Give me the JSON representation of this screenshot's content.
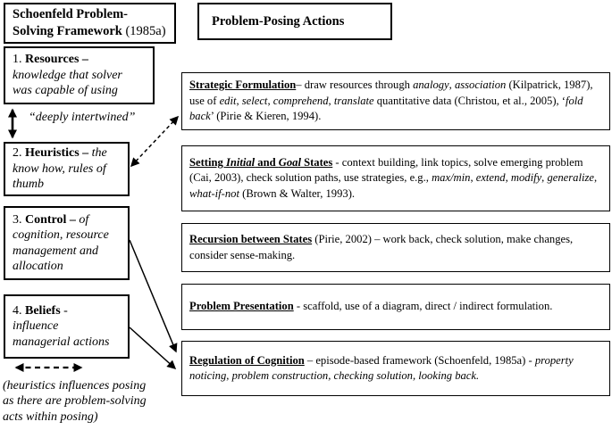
{
  "colors": {
    "ink": "#000000",
    "background": "#ffffff",
    "border": "#000000"
  },
  "framework_column": {
    "header": {
      "segments": [
        {
          "t": "Schoenfeld Problem-",
          "b": 1
        },
        {
          "br": 1
        },
        {
          "t": "Solving Framework",
          "b": 1
        },
        {
          "t": " (1985a)"
        }
      ]
    },
    "boxes": [
      {
        "name": "resources",
        "segments": [
          {
            "t": "1. "
          },
          {
            "t": "Resources –",
            "b": 1
          },
          {
            "br": 1
          },
          {
            "t": "knowledge that solver",
            "i": 1
          },
          {
            "br": 1
          },
          {
            "t": "was capable of using",
            "i": 1
          }
        ]
      },
      {
        "name": "heuristics",
        "segments": [
          {
            "t": "2. "
          },
          {
            "t": "Heuristics – ",
            "b": 1
          },
          {
            "t": "the",
            "i": 1
          },
          {
            "br": 1
          },
          {
            "t": "know how, rules of",
            "i": 1
          },
          {
            "br": 1
          },
          {
            "t": "thumb",
            "i": 1
          }
        ]
      },
      {
        "name": "control",
        "segments": [
          {
            "t": "3. "
          },
          {
            "t": "Control – ",
            "b": 1
          },
          {
            "t": "of",
            "i": 1
          },
          {
            "br": 1
          },
          {
            "t": "cognition, resource",
            "i": 1
          },
          {
            "br": 1
          },
          {
            "t": "management and",
            "i": 1
          },
          {
            "br": 1
          },
          {
            "t": "allocation",
            "i": 1
          }
        ]
      },
      {
        "name": "beliefs",
        "segments": [
          {
            "t": "4. "
          },
          {
            "t": "Beliefs",
            "b": 1
          },
          {
            "t": " -"
          },
          {
            "br": 1
          },
          {
            "t": "influence",
            "i": 1
          },
          {
            "br": 1
          },
          {
            "t": "managerial actions",
            "i": 1
          }
        ]
      }
    ],
    "deeply_intertwined_label": {
      "segments": [
        {
          "t": "“deeply intertwined”",
          "i": 1
        }
      ]
    },
    "bottom_caption": {
      "segments": [
        {
          "t": "(heuristics influences posing",
          "i": 1
        },
        {
          "br": 1
        },
        {
          "t": "as there are problem-solving",
          "i": 1
        },
        {
          "br": 1
        },
        {
          "t": "acts within posing)",
          "i": 1
        }
      ]
    }
  },
  "posing_column": {
    "header": {
      "segments": [
        {
          "t": "Problem-Posing Actions",
          "b": 1
        }
      ]
    },
    "boxes": [
      {
        "name": "strategic-formulation",
        "segments": [
          {
            "t": "Strategic Formulation",
            "b": 1,
            "u": 1
          },
          {
            "t": "– draw resources through "
          },
          {
            "t": "analogy",
            "i": 1
          },
          {
            "t": ", "
          },
          {
            "t": "association",
            "i": 1
          },
          {
            "t": " (Kilpatrick, 1987), use of "
          },
          {
            "t": "edit",
            "i": 1
          },
          {
            "t": ", "
          },
          {
            "t": "select",
            "i": 1
          },
          {
            "t": ", "
          },
          {
            "t": "comprehend",
            "i": 1
          },
          {
            "t": ", "
          },
          {
            "t": "translate",
            "i": 1
          },
          {
            "t": " quantitative data (Christou, et al., 2005), ‘"
          },
          {
            "t": "fold back",
            "i": 1
          },
          {
            "t": "’ (Pirie & Kieren, 1994)."
          }
        ]
      },
      {
        "name": "setting-initial-goal-states",
        "segments": [
          {
            "t": "Setting ",
            "b": 1,
            "u": 1
          },
          {
            "t": "Initial",
            "b": 1,
            "i": 1,
            "u": 1
          },
          {
            "t": " and ",
            "b": 1,
            "u": 1
          },
          {
            "t": "Goal",
            "b": 1,
            "i": 1,
            "u": 1
          },
          {
            "t": " States",
            "b": 1,
            "u": 1
          },
          {
            "t": " - context building, link topics, solve emerging problem (Cai, 2003), check solution paths, use strategies, e.g., "
          },
          {
            "t": "max/min",
            "i": 1
          },
          {
            "t": ", "
          },
          {
            "t": "extend, modify",
            "i": 1
          },
          {
            "t": ", "
          },
          {
            "t": "generalize",
            "i": 1
          },
          {
            "t": ", "
          },
          {
            "t": "what-if-not",
            "i": 1
          },
          {
            "t": " (Brown & Walter, 1993)."
          }
        ]
      },
      {
        "name": "recursion-between-states",
        "segments": [
          {
            "t": "Recursion between States",
            "b": 1,
            "u": 1
          },
          {
            "t": " (Pirie, 2002) – work back, check solution, make changes, consider sense-making."
          }
        ]
      },
      {
        "name": "problem-presentation",
        "segments": [
          {
            "t": "Problem Presentation",
            "b": 1,
            "u": 1
          },
          {
            "t": " - scaffold, use of a diagram, direct / indirect formulation."
          }
        ]
      },
      {
        "name": "regulation-of-cognition",
        "segments": [
          {
            "t": "Regulation of Cognition",
            "b": 1,
            "u": 1
          },
          {
            "t": " – episode-based framework (Schoenfeld, 1985a) - "
          },
          {
            "t": "property noticing, problem construction, checking solution, looking back.",
            "i": 1
          }
        ]
      }
    ]
  },
  "arrows": [
    {
      "from": "resources",
      "to": "heuristics",
      "style": "solid",
      "double_headed": true
    },
    {
      "from": "heuristics",
      "to": "strategic-formulation",
      "style": "dashed",
      "double_headed": true
    },
    {
      "from": "control",
      "to": "regulation-of-cognition",
      "style": "solid",
      "double_headed": false
    },
    {
      "from": "beliefs",
      "to": "regulation-of-cognition",
      "style": "solid",
      "double_headed": false
    },
    {
      "from": "posing",
      "to": "solving",
      "style": "dashed",
      "double_headed": true
    }
  ]
}
